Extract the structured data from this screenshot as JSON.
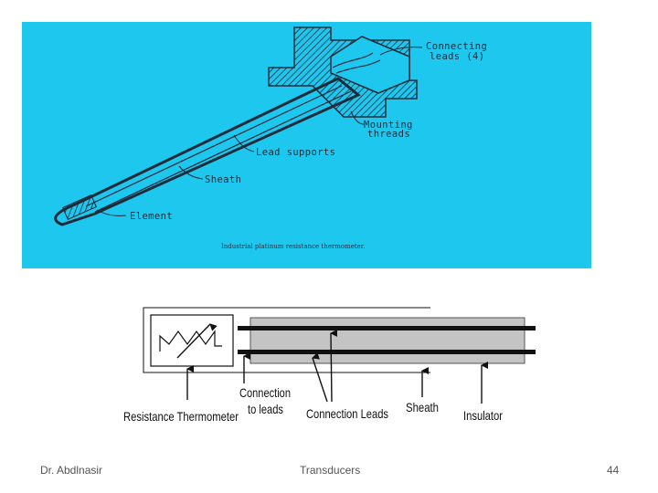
{
  "top_figure": {
    "background_color": "#1ec7ee",
    "labels": {
      "connecting_leads": "Connecting\nleads (4)",
      "mounting_threads": "Mounting\nthreads",
      "lead_supports": "Lead supports",
      "sheath": "Sheath",
      "element": "Element",
      "caption": "Industrial platinum resistance thermometer."
    }
  },
  "bottom_figure": {
    "labels": {
      "resistance_thermometer": "Resistance Thermometer",
      "connection_to_leads": "Connection\nto leads",
      "connection_leads": "Connection Leads",
      "sheath": "Sheath",
      "insulator": "Insulator"
    }
  },
  "footer": {
    "author": "Dr. Abdlnasir",
    "title": "Transducers",
    "page": "44"
  }
}
